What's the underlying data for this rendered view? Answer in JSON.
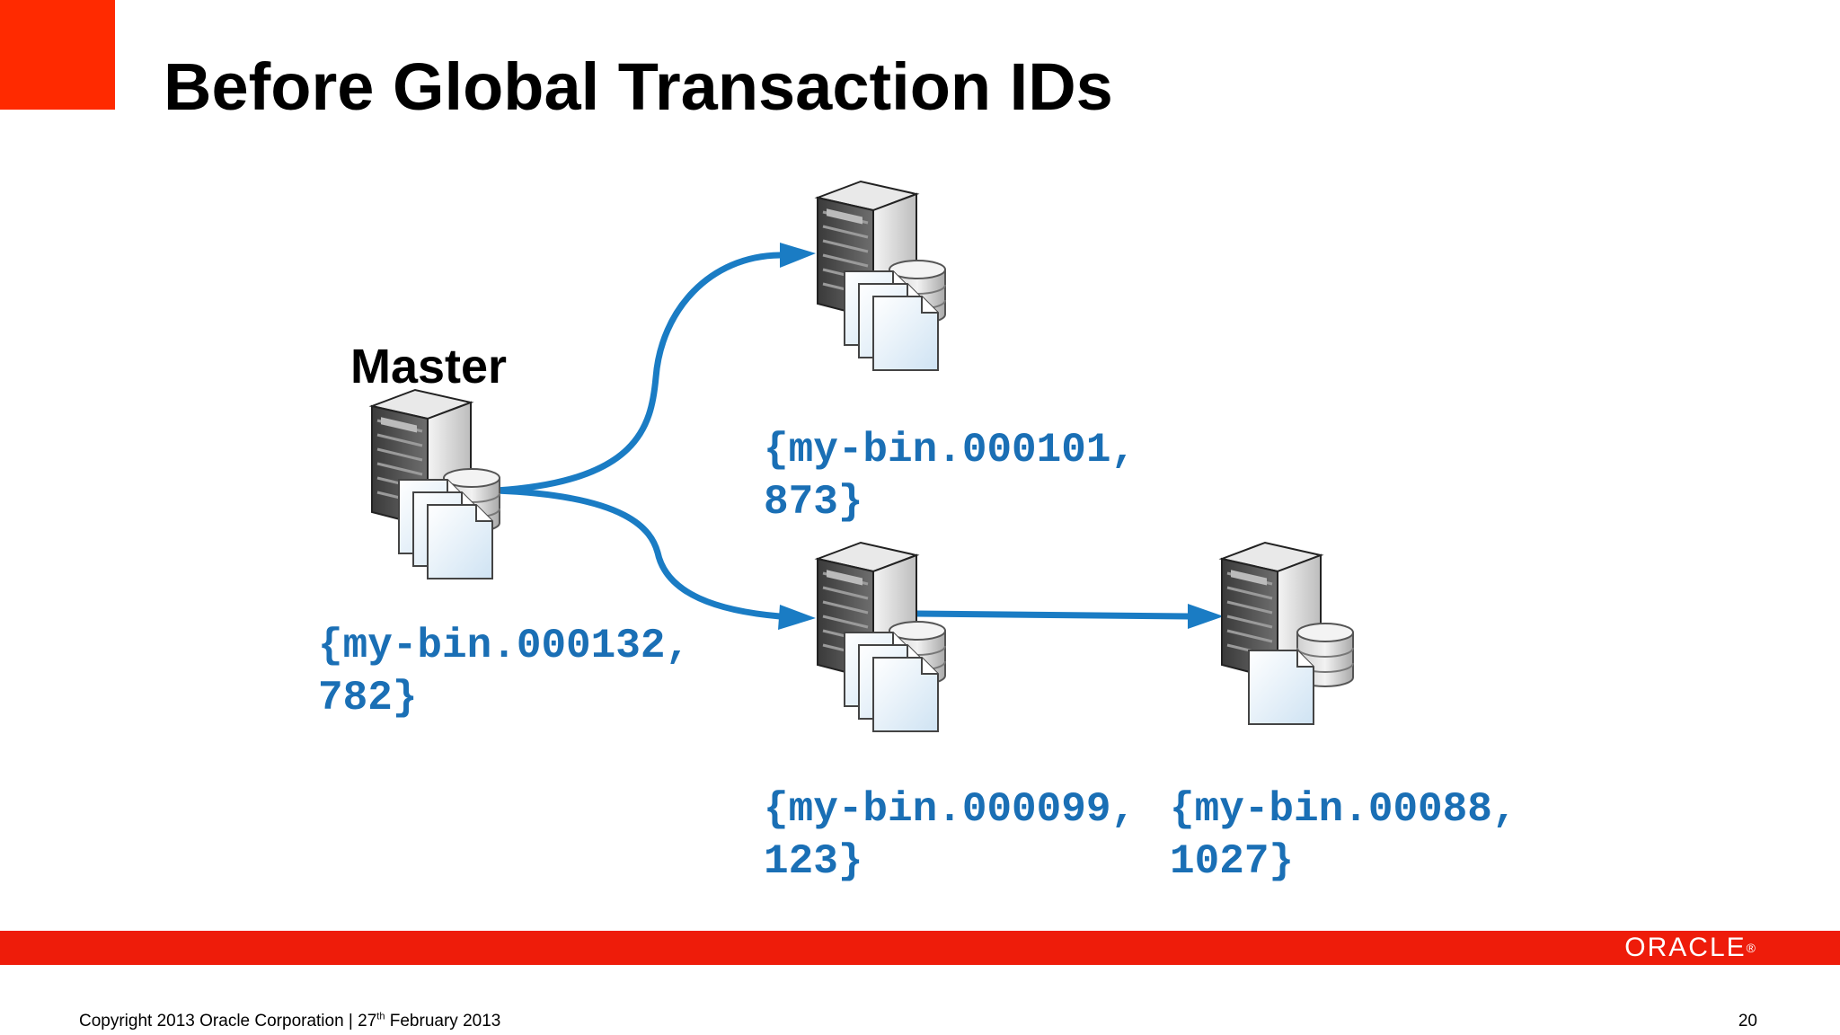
{
  "slide": {
    "title": "Before Global Transaction IDs",
    "accent_color": "#ff2a00",
    "footer_bar_color": "#ee1c0a"
  },
  "diagram": {
    "arrow_color": "#1a7cc4",
    "label_color": "#1a6fb5",
    "nodes": {
      "master": {
        "label": "Master",
        "icon": "server-with-database-and-binlog-files-icon",
        "position_line1": "{my-bin.000132,",
        "position_line2": "782}"
      },
      "slide_top": {
        "icon": "server-with-database-and-binlog-files-icon",
        "position_line1": "{my-bin.000101,",
        "position_line2": "873}"
      },
      "slave_middle": {
        "icon": "server-with-database-and-binlog-files-icon",
        "position_line1": "{my-bin.000099,",
        "position_line2": "123}"
      },
      "slave_right": {
        "icon": "server-with-database-and-binlog-file-icon",
        "position_line1": "{my-bin.00088,",
        "position_line2": "1027}"
      }
    }
  },
  "footer": {
    "brand": "ORACLE",
    "brand_mark": "®",
    "copyright_prefix": "Copyright 2013 Oracle Corporation | 27",
    "copyright_sup": "th",
    "copyright_suffix": " February 2013",
    "page_number": "20"
  }
}
